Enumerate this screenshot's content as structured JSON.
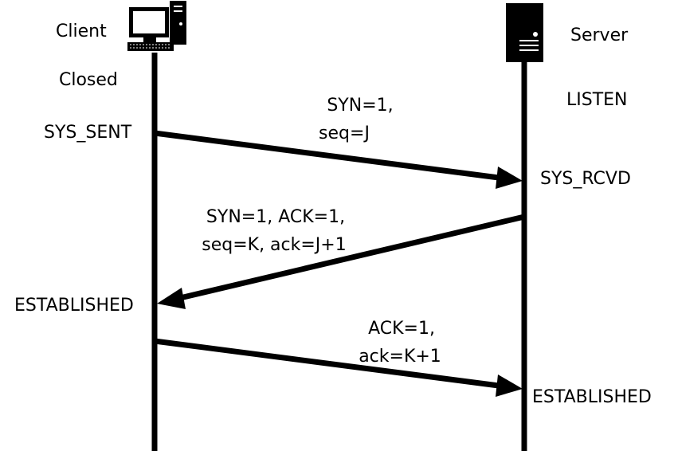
{
  "client": {
    "name": "Client",
    "icon": "computer-icon"
  },
  "server": {
    "name": "Server",
    "icon": "server-icon"
  },
  "client_states": {
    "closed": "Closed",
    "syn_sent": "SYS_SENT",
    "established": "ESTABLISHED"
  },
  "server_states": {
    "listen": "LISTEN",
    "syn_rcvd": "SYS_RCVD",
    "established": "ESTABLISHED"
  },
  "messages": [
    {
      "direction": "client-to-server",
      "line1": "SYN=1,",
      "line2": "seq=J"
    },
    {
      "direction": "server-to-client",
      "line1": "SYN=1, ACK=1,",
      "line2": "seq=K, ack=J+1"
    },
    {
      "direction": "client-to-server",
      "line1": "ACK=1,",
      "line2": "ack=K+1"
    }
  ],
  "colors": {
    "ink": "#000000",
    "background": "#ffffff"
  }
}
